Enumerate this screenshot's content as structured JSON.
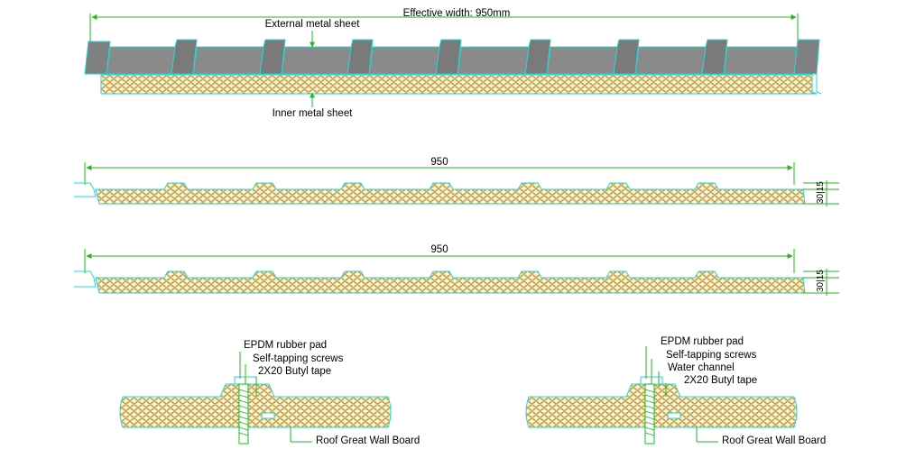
{
  "top_panel": {
    "width_label": "Effective width: 950mm",
    "external_label": "External metal sheet",
    "inner_label": "Inner metal sheet"
  },
  "profile_a": {
    "width_label": "950",
    "thickness_label": "30|15"
  },
  "profile_b": {
    "width_label": "950",
    "thickness_label": "30|15"
  },
  "joint_left": {
    "labels": [
      "EPDM rubber pad",
      "Self-tapping screws",
      "2X20 Butyl tape"
    ],
    "board_label": "Roof Great Wall Board"
  },
  "joint_right": {
    "labels": [
      "EPDM rubber pad",
      "Self-tapping screws",
      "Water channel",
      "2X20 Butyl tape"
    ],
    "board_label": "Roof Great Wall Board"
  },
  "colors": {
    "outline": "#25d6d6",
    "metal": "#808080",
    "foam": "#fdf5d0",
    "cell": "#b89a4a",
    "dimension": "#1fb81f",
    "text": "#000000"
  }
}
